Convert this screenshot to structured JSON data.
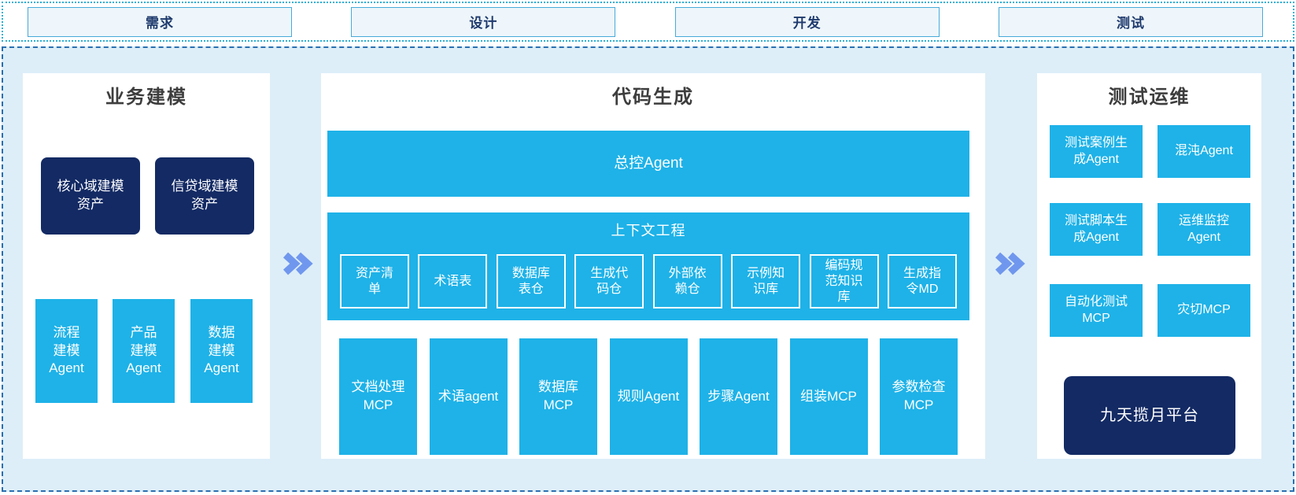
{
  "colors": {
    "cyan": "#1eb2e8",
    "navy": "#132a64",
    "area_bg": "#ddeef8",
    "dashed_border": "#2a6fb0",
    "dotted_border": "#2cb1d4",
    "phase_box_bg": "#eef6fb",
    "phase_box_border": "#47aad9",
    "phase_text": "#1e3a6d",
    "chevron": "#7097ee",
    "title_text": "#3d3d3d"
  },
  "phases": {
    "items": [
      {
        "label": "需求"
      },
      {
        "label": "设计"
      },
      {
        "label": "开发"
      },
      {
        "label": "测试"
      }
    ]
  },
  "panels": {
    "business": {
      "title": "业务建模",
      "assets": [
        {
          "label": "核心域建模\n资产"
        },
        {
          "label": "信贷域建模\n资产"
        }
      ],
      "agents": [
        {
          "label": "流程\n建模\nAgent"
        },
        {
          "label": "产品\n建模\nAgent"
        },
        {
          "label": "数据\n建模\nAgent"
        }
      ]
    },
    "codegen": {
      "title": "代码生成",
      "master_agent": "总控Agent",
      "context": {
        "title": "上下文工程",
        "items": [
          {
            "label": "资产清\n单"
          },
          {
            "label": "术语表"
          },
          {
            "label": "数据库\n表仓"
          },
          {
            "label": "生成代\n码仓"
          },
          {
            "label": "外部依\n赖仓"
          },
          {
            "label": "示例知\n识库"
          },
          {
            "label": "编码规\n范知识\n库"
          },
          {
            "label": "生成指\n令MD"
          }
        ]
      },
      "mcp_row": [
        {
          "label": "文档处理\nMCP"
        },
        {
          "label": "术语agent"
        },
        {
          "label": "数据库\nMCP"
        },
        {
          "label": "规则Agent"
        },
        {
          "label": "步骤Agent"
        },
        {
          "label": "组装MCP"
        },
        {
          "label": "参数检查\nMCP"
        }
      ]
    },
    "testops": {
      "title": "测试运维",
      "grid": [
        {
          "label": "测试案例生\n成Agent"
        },
        {
          "label": "混沌Agent"
        },
        {
          "label": "测试脚本生\n成Agent"
        },
        {
          "label": "运维监控\nAgent"
        },
        {
          "label": "自动化测试\nMCP"
        },
        {
          "label": "灾切MCP"
        }
      ],
      "platform": "九天揽月平台"
    }
  },
  "icons": {
    "flow_arrow": "double-chevron-right"
  }
}
